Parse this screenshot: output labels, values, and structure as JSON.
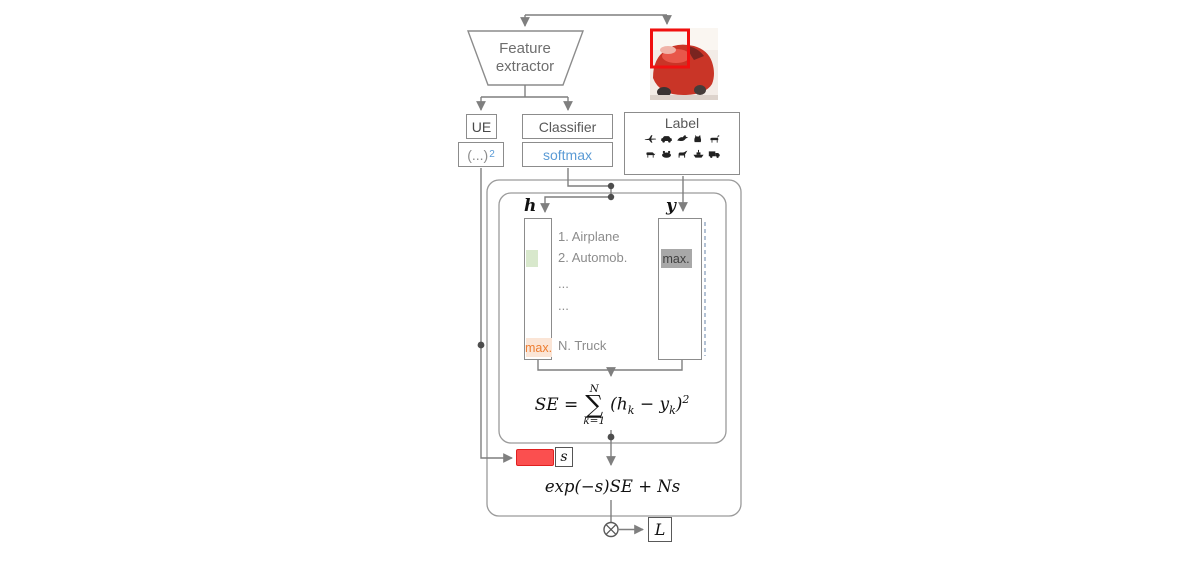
{
  "feature_extractor": {
    "label": "Feature extractor"
  },
  "boxes": {
    "ue": "UE",
    "classifier": "Classifier",
    "ue_out_base": "(...)",
    "ue_out_sup": "2",
    "softmax": "softmax",
    "label_title": "Label"
  },
  "label_icons": [
    "airplane",
    "automobile",
    "bird",
    "cat",
    "deer",
    "dog",
    "frog",
    "horse",
    "ship",
    "truck"
  ],
  "vectors": {
    "h_label": "h",
    "y_label": "y",
    "h_max_text": "max.",
    "y_max_text": "max.",
    "classes": [
      "1. Airplane",
      "2. Automob.",
      "...",
      "...",
      "N. Truck"
    ]
  },
  "formulas": {
    "se_lhs": "SE =",
    "sum_upper": "N",
    "sum_symbol": "∑",
    "sum_lower": "k=1",
    "se_open": "(h",
    "se_sub1": "k",
    "se_mid": " − y",
    "se_sub2": "k",
    "se_close": ")",
    "se_sup": "2",
    "loss": "exp(−s)SE + Ns",
    "s_label": "s",
    "output_label": "L"
  },
  "colors": {
    "line_gray": "#7f7f7f",
    "softmax_blue": "#5b9bd5",
    "max_orange": "#ed7d31",
    "highlight_red": "#fb4f4f",
    "cell_green": "#d8e8cc",
    "cell_orange_bg": "#fbe5d6",
    "cell_gray_bg": "#a8a8a8",
    "bbox_red": "#f01010"
  }
}
